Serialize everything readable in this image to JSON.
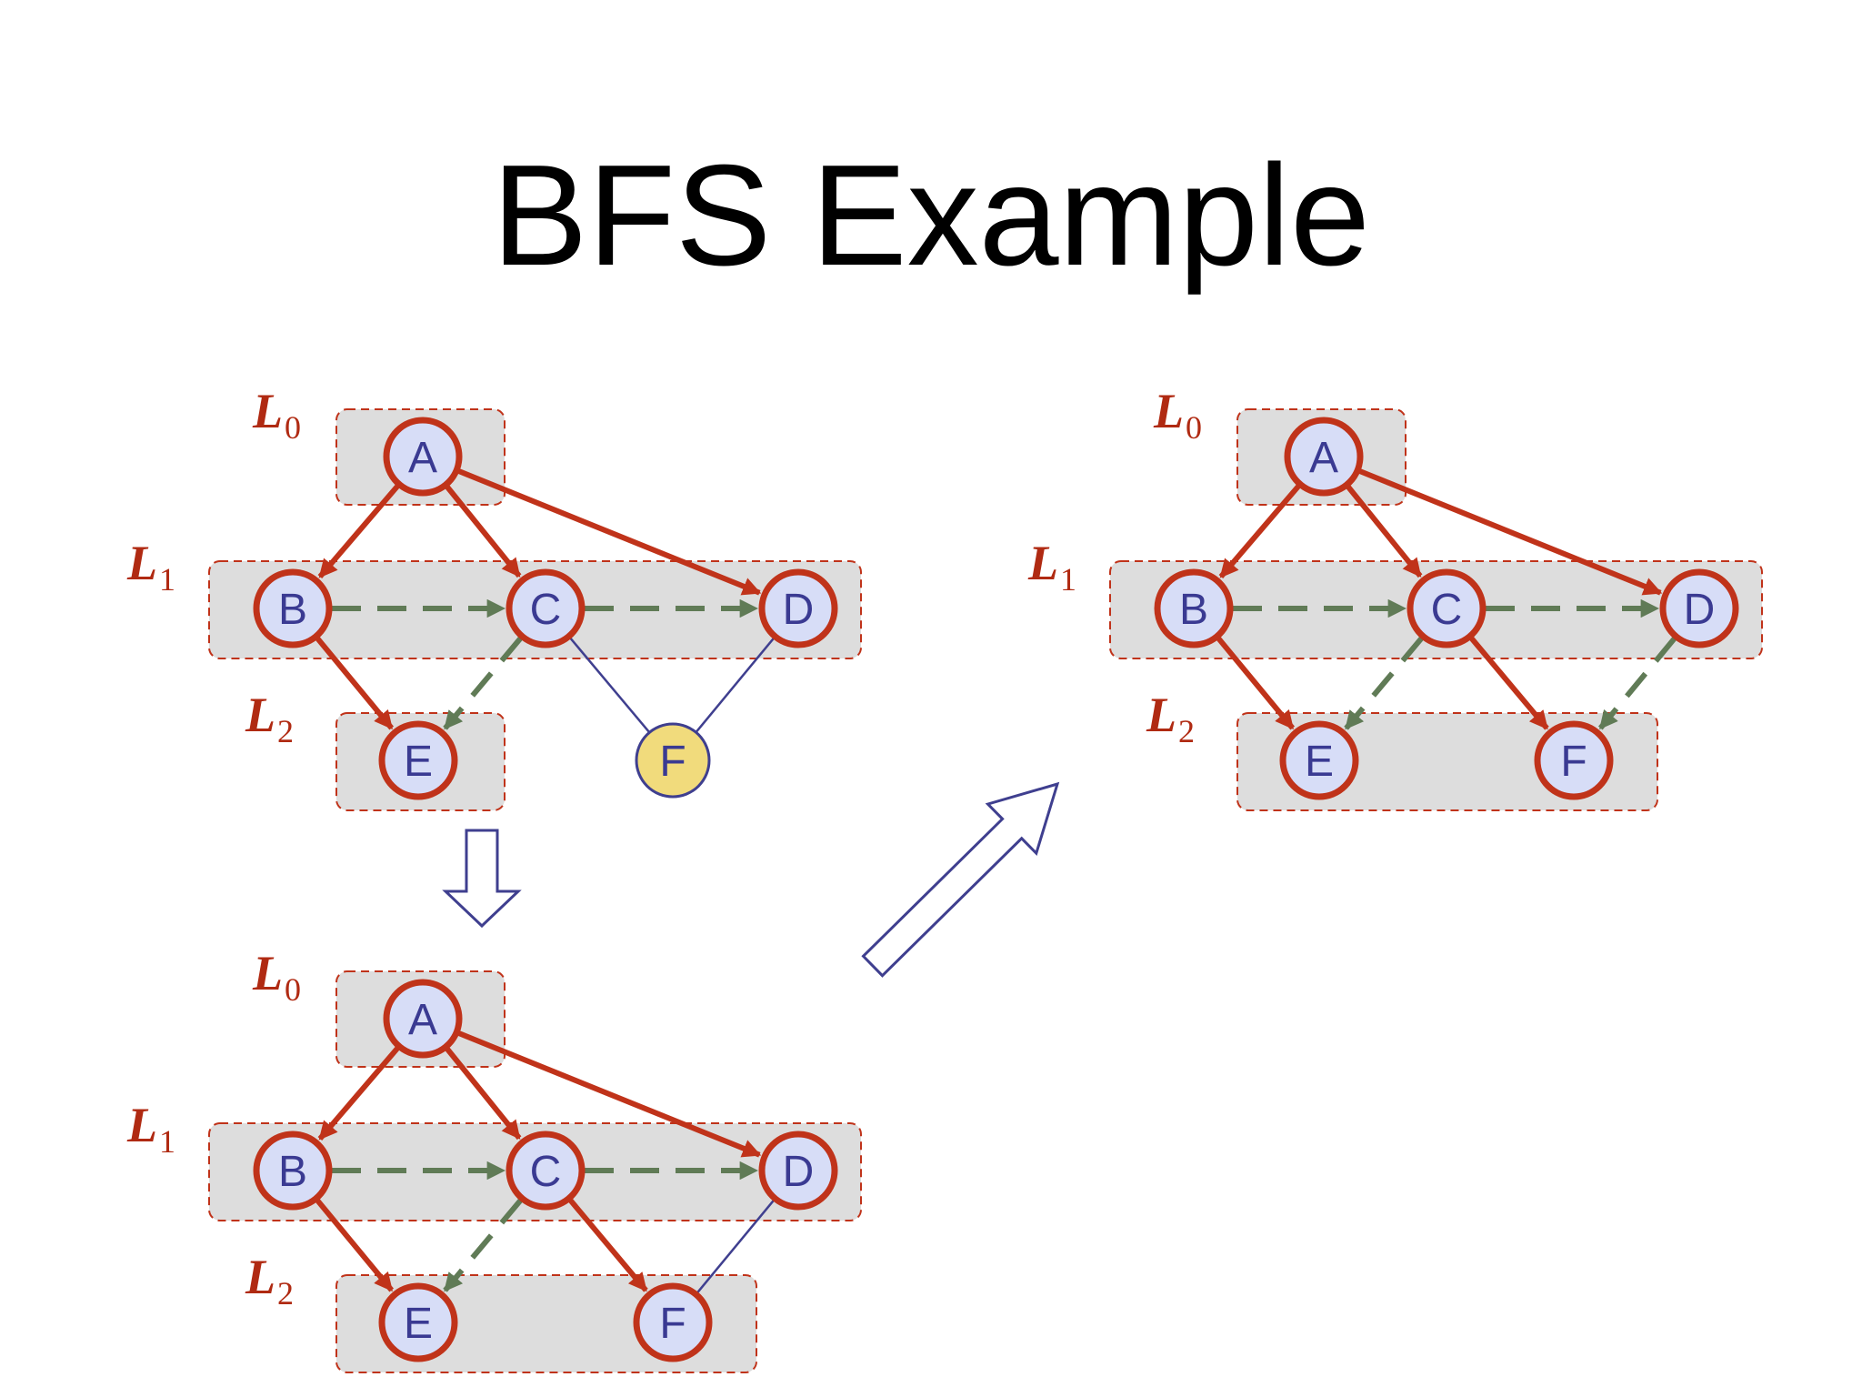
{
  "title": "BFS Example",
  "colors": {
    "tree_edge": "#c0331a",
    "cross_edge": "#607b56",
    "unexplored_edge": "#3f3f8f",
    "visited_fill": "#d7ddf7",
    "visited_stroke": "#c0331a",
    "unvisited_fill": "#f1db7c",
    "unvisited_stroke": "#3f3f8f",
    "node_text": "#3a3a92",
    "level_box_fill": "#dddddd",
    "level_box_border": "#c0331a",
    "level_label": "#b02a12",
    "step_arrow": "#3f3f8f"
  },
  "level_labels": [
    {
      "letter": "L",
      "sub": "0"
    },
    {
      "letter": "L",
      "sub": "1"
    },
    {
      "letter": "L",
      "sub": "2"
    }
  ],
  "nodes": [
    "A",
    "B",
    "C",
    "D",
    "E",
    "F"
  ],
  "panels": [
    {
      "id": "step-1",
      "levels": [
        [
          "A"
        ],
        [
          "B",
          "C",
          "D"
        ],
        [
          "E"
        ]
      ],
      "node_state": {
        "A": "visited",
        "B": "visited",
        "C": "visited",
        "D": "visited",
        "E": "visited",
        "F": "unvisited"
      },
      "edges": [
        {
          "from": "A",
          "to": "B",
          "kind": "tree"
        },
        {
          "from": "A",
          "to": "C",
          "kind": "tree"
        },
        {
          "from": "A",
          "to": "D",
          "kind": "tree"
        },
        {
          "from": "B",
          "to": "C",
          "kind": "cross"
        },
        {
          "from": "C",
          "to": "D",
          "kind": "cross"
        },
        {
          "from": "B",
          "to": "E",
          "kind": "tree"
        },
        {
          "from": "C",
          "to": "E",
          "kind": "cross"
        },
        {
          "from": "C",
          "to": "F",
          "kind": "unexplored"
        },
        {
          "from": "D",
          "to": "F",
          "kind": "unexplored"
        }
      ]
    },
    {
      "id": "step-2",
      "levels": [
        [
          "A"
        ],
        [
          "B",
          "C",
          "D"
        ],
        [
          "E",
          "F"
        ]
      ],
      "node_state": {
        "A": "visited",
        "B": "visited",
        "C": "visited",
        "D": "visited",
        "E": "visited",
        "F": "visited"
      },
      "edges": [
        {
          "from": "A",
          "to": "B",
          "kind": "tree"
        },
        {
          "from": "A",
          "to": "C",
          "kind": "tree"
        },
        {
          "from": "A",
          "to": "D",
          "kind": "tree"
        },
        {
          "from": "B",
          "to": "C",
          "kind": "cross"
        },
        {
          "from": "C",
          "to": "D",
          "kind": "cross"
        },
        {
          "from": "B",
          "to": "E",
          "kind": "tree"
        },
        {
          "from": "C",
          "to": "E",
          "kind": "cross"
        },
        {
          "from": "C",
          "to": "F",
          "kind": "tree"
        },
        {
          "from": "D",
          "to": "F",
          "kind": "unexplored"
        }
      ]
    },
    {
      "id": "step-3",
      "levels": [
        [
          "A"
        ],
        [
          "B",
          "C",
          "D"
        ],
        [
          "E",
          "F"
        ]
      ],
      "node_state": {
        "A": "visited",
        "B": "visited",
        "C": "visited",
        "D": "visited",
        "E": "visited",
        "F": "visited"
      },
      "edges": [
        {
          "from": "A",
          "to": "B",
          "kind": "tree"
        },
        {
          "from": "A",
          "to": "C",
          "kind": "tree"
        },
        {
          "from": "A",
          "to": "D",
          "kind": "tree"
        },
        {
          "from": "B",
          "to": "C",
          "kind": "cross"
        },
        {
          "from": "C",
          "to": "D",
          "kind": "cross"
        },
        {
          "from": "B",
          "to": "E",
          "kind": "tree"
        },
        {
          "from": "C",
          "to": "E",
          "kind": "cross"
        },
        {
          "from": "C",
          "to": "F",
          "kind": "tree"
        },
        {
          "from": "D",
          "to": "F",
          "kind": "cross"
        }
      ]
    }
  ]
}
